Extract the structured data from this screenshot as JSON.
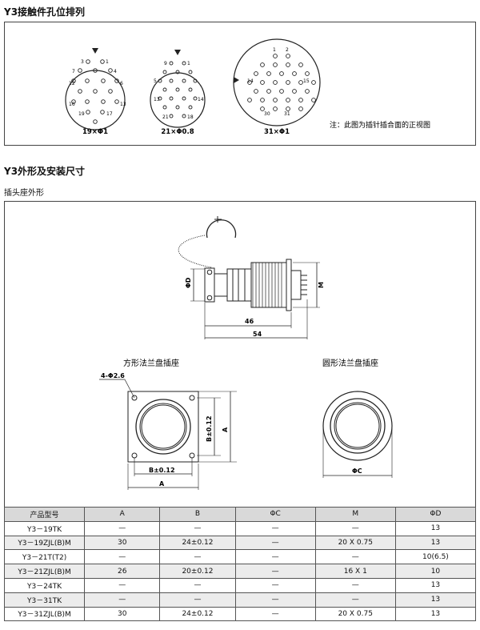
{
  "section1": {
    "title": "Y3接触件孔位排列",
    "note": "注：此图为插针插合面的正视图",
    "patterns": [
      {
        "label": "19×Φ1",
        "pins": [
          "3",
          "1",
          "7",
          "4",
          "12",
          "6",
          "16",
          "13",
          "19",
          "17"
        ]
      },
      {
        "label": "21×Φ0.8",
        "pins": [
          "9",
          "1",
          "5",
          "13",
          "14",
          "21",
          "18"
        ]
      },
      {
        "label": "31×Φ1",
        "pins": [
          "1",
          "2",
          "14",
          "15",
          "30",
          "31"
        ]
      }
    ]
  },
  "section2": {
    "title": "Y3外形及安装尺寸",
    "subtitle": "插头座外形",
    "side_view": {
      "dim_d": "ΦD",
      "dim_m": "M",
      "dim_46": "46",
      "dim_54": "54"
    },
    "square_flange": {
      "caption": "方形法兰盘插座",
      "holes": "4-Φ2.6",
      "dim_b": "B±0.12",
      "dim_a": "A"
    },
    "round_flange": {
      "caption": "圆形法兰盘插座",
      "dim_c": "ΦC"
    }
  },
  "table": {
    "headers": [
      "产品型号",
      "A",
      "B",
      "ΦC",
      "M",
      "ΦD"
    ],
    "rows": [
      [
        "Y3－19TK",
        "—",
        "—",
        "—",
        "—",
        "13"
      ],
      [
        "Y3－19ZJL(B)M",
        "30",
        "24±0.12",
        "—",
        "20 X 0.75",
        "13"
      ],
      [
        "Y3－21T(T2)",
        "—",
        "—",
        "—",
        "—",
        "10(6.5)"
      ],
      [
        "Y3－21ZJL(B)M",
        "26",
        "20±0.12",
        "—",
        "16 X 1",
        "10"
      ],
      [
        "Y3－24TK",
        "—",
        "—",
        "—",
        "—",
        "13"
      ],
      [
        "Y3－31TK",
        "—",
        "—",
        "—",
        "—",
        "13"
      ],
      [
        "Y3－31ZJL(B)M",
        "30",
        "24±0.12",
        "—",
        "20 X 0.75",
        "13"
      ]
    ]
  }
}
